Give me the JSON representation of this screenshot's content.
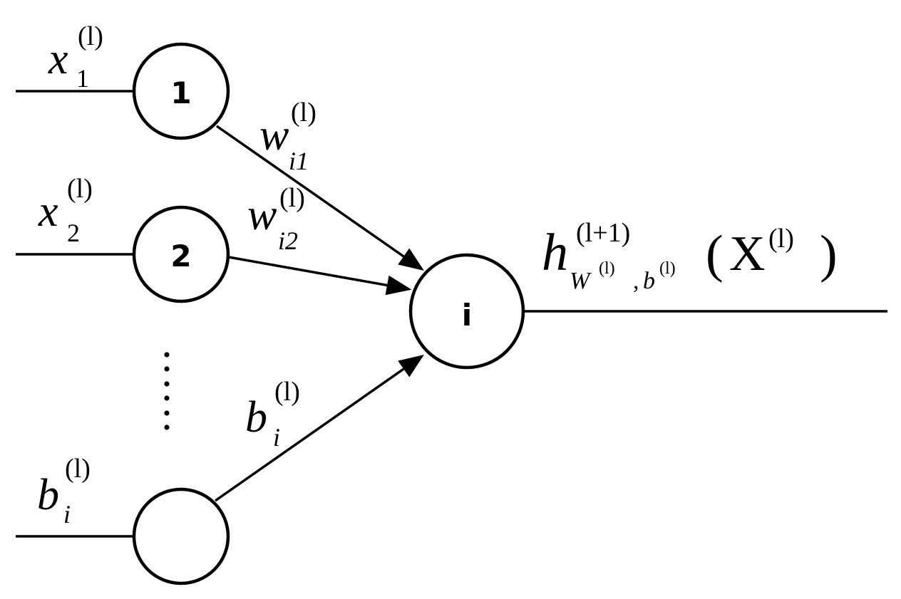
{
  "nodes": {
    "input_1": "1",
    "input_2": "2",
    "bias_node": "",
    "neuron": "i"
  },
  "labels": {
    "x1": {
      "base": "x",
      "sup": "(l)",
      "sub": "1"
    },
    "x2": {
      "base": "x",
      "sup": "(l)",
      "sub": "2"
    },
    "b_in": {
      "base": "b",
      "sup": "(l)",
      "sub": "i"
    },
    "w_i1": {
      "base": "w",
      "sup": "(l)",
      "sub": "i1"
    },
    "w_i2": {
      "base": "w",
      "sup": "(l)",
      "sub": "i2"
    },
    "b_edge": {
      "base": "b",
      "sup": "(l)",
      "sub": "i"
    },
    "output": {
      "base": "h",
      "sup": "(l+1)",
      "sub_w": "W",
      "sub_w_sup": "(l)",
      "sub_comma": ",",
      "sub_b": "b",
      "sub_b_sup": "(l)",
      "open_paren": "(",
      "arg": "X",
      "arg_sup": "(l)",
      "close_paren": ")"
    }
  },
  "ellipsis_dots": 6
}
